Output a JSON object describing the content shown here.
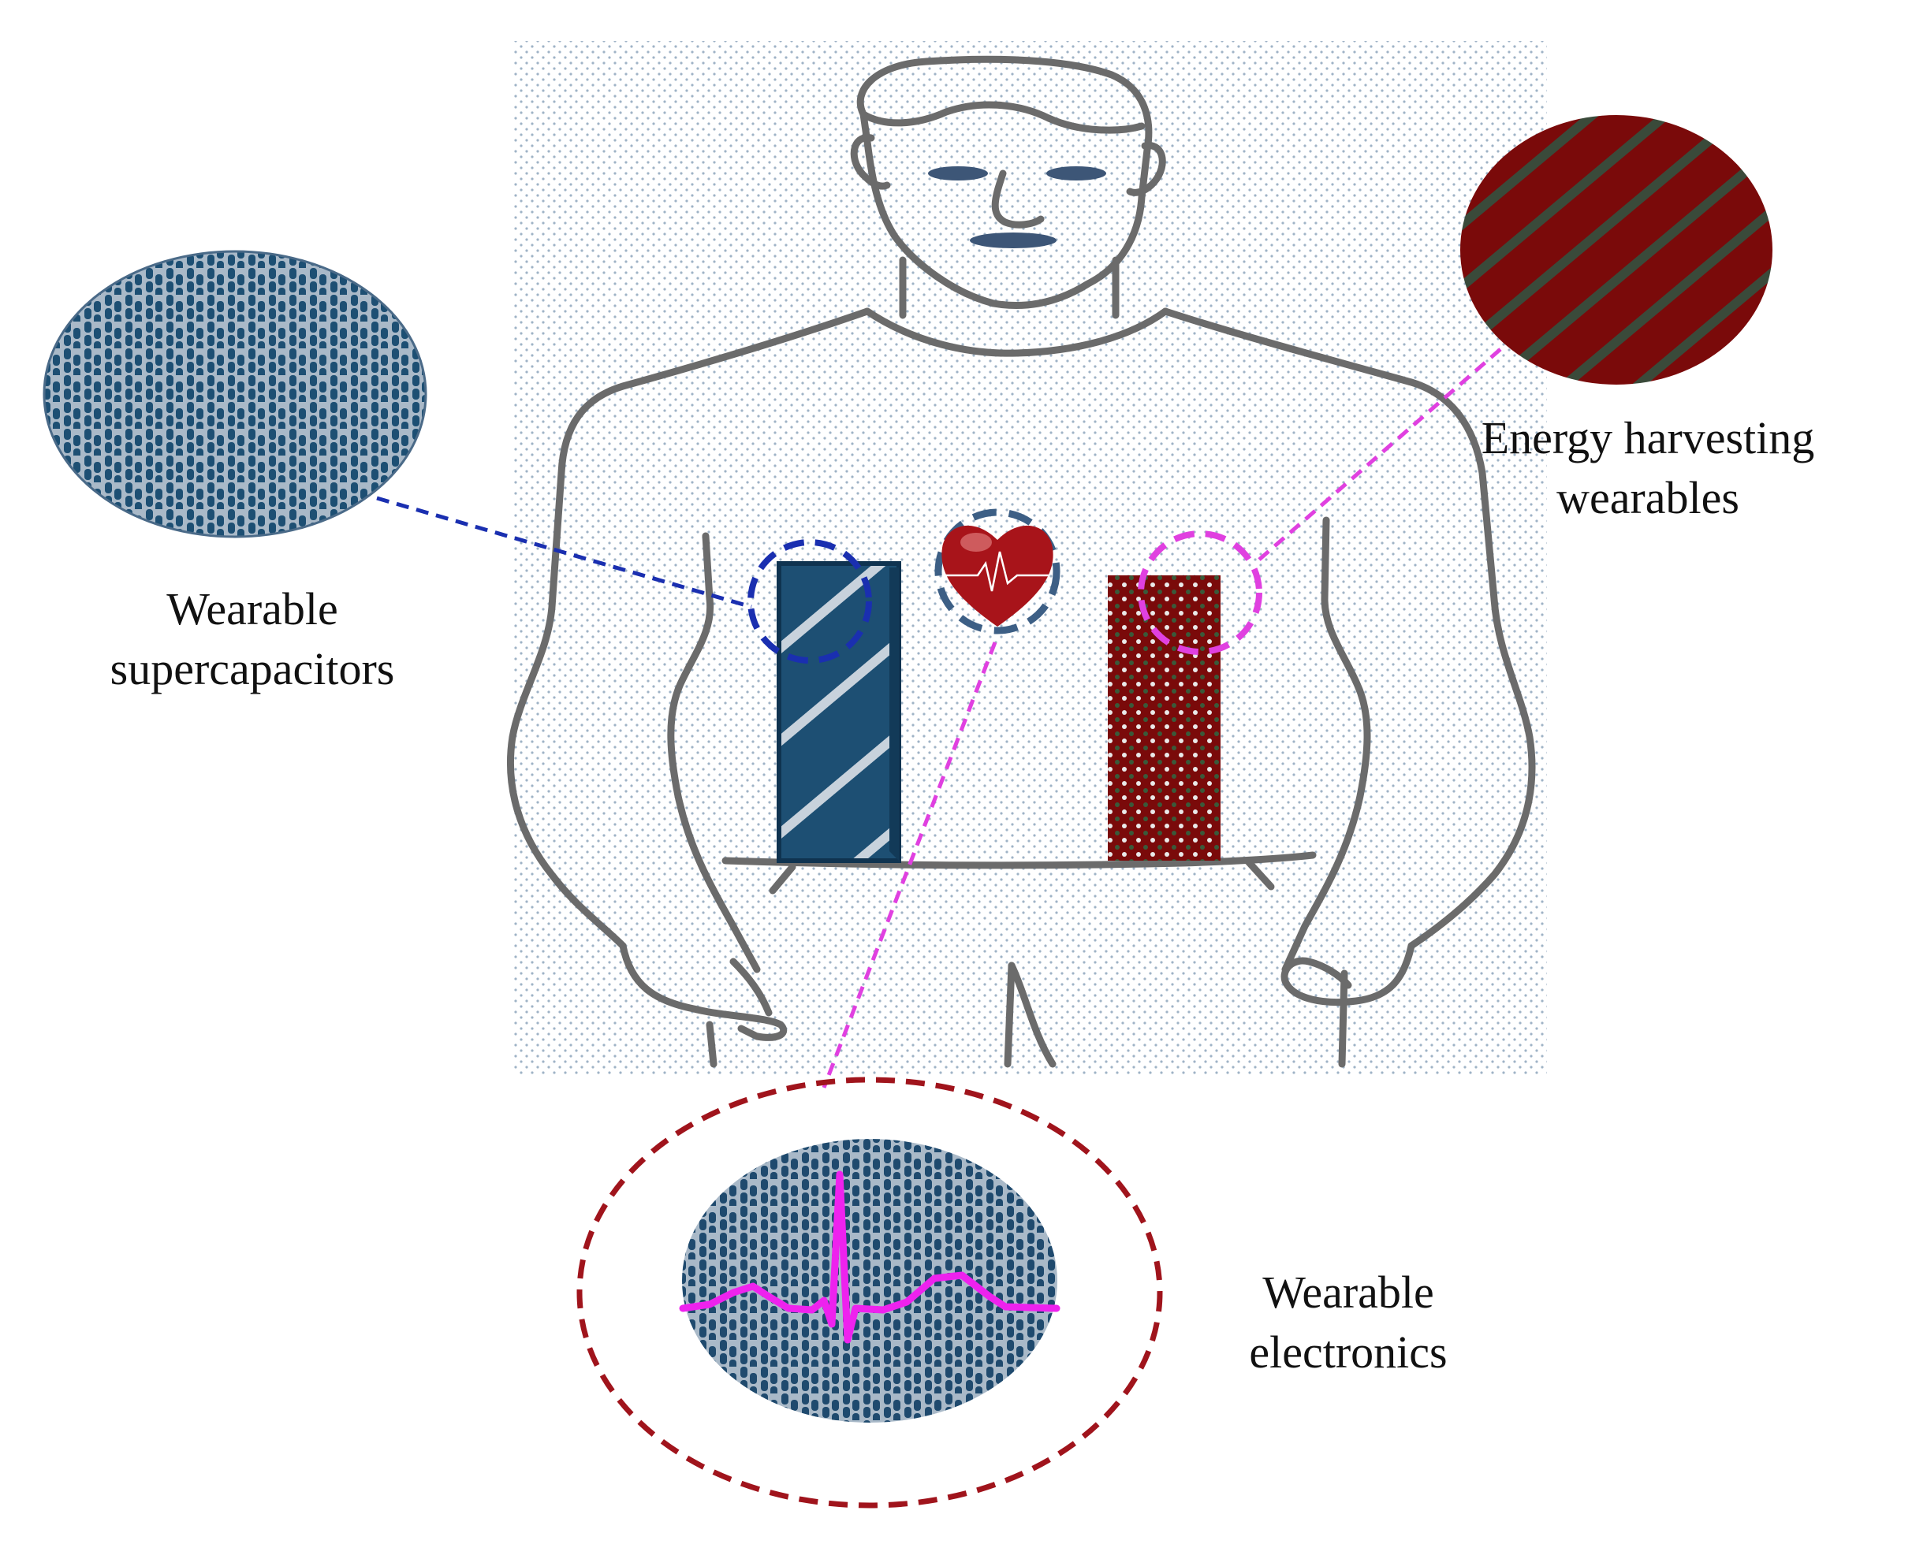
{
  "labels": {
    "supercapacitors": {
      "line1": "Wearable",
      "line2": "supercapacitors"
    },
    "energy_harvesting": {
      "line1": "Energy harvesting",
      "line2": "wearables"
    },
    "electronics": {
      "line1": "Wearable",
      "line2": "electronics"
    }
  },
  "colors": {
    "body_outline": "#6b6b6b",
    "stipple_background": "#9fb3c6",
    "supercapacitor_fabric": "#1d4f73",
    "supercapacitor_stripes": "#c8d2dc",
    "energy_fabric": "#7a0a0a",
    "energy_stripes": "#3a4a3a",
    "electronics_fabric": "#1f4a6e",
    "leader_blue": "#1a2fb0",
    "leader_magenta": "#e040e0",
    "heart_red": "#a8141a",
    "heart_ring": "#3d5f85",
    "ecg_magenta": "#ee22ee",
    "outer_ring_red": "#a0141c"
  },
  "icons": [
    "human-figure-icon",
    "heart-icon",
    "ecg-waveform-icon"
  ]
}
